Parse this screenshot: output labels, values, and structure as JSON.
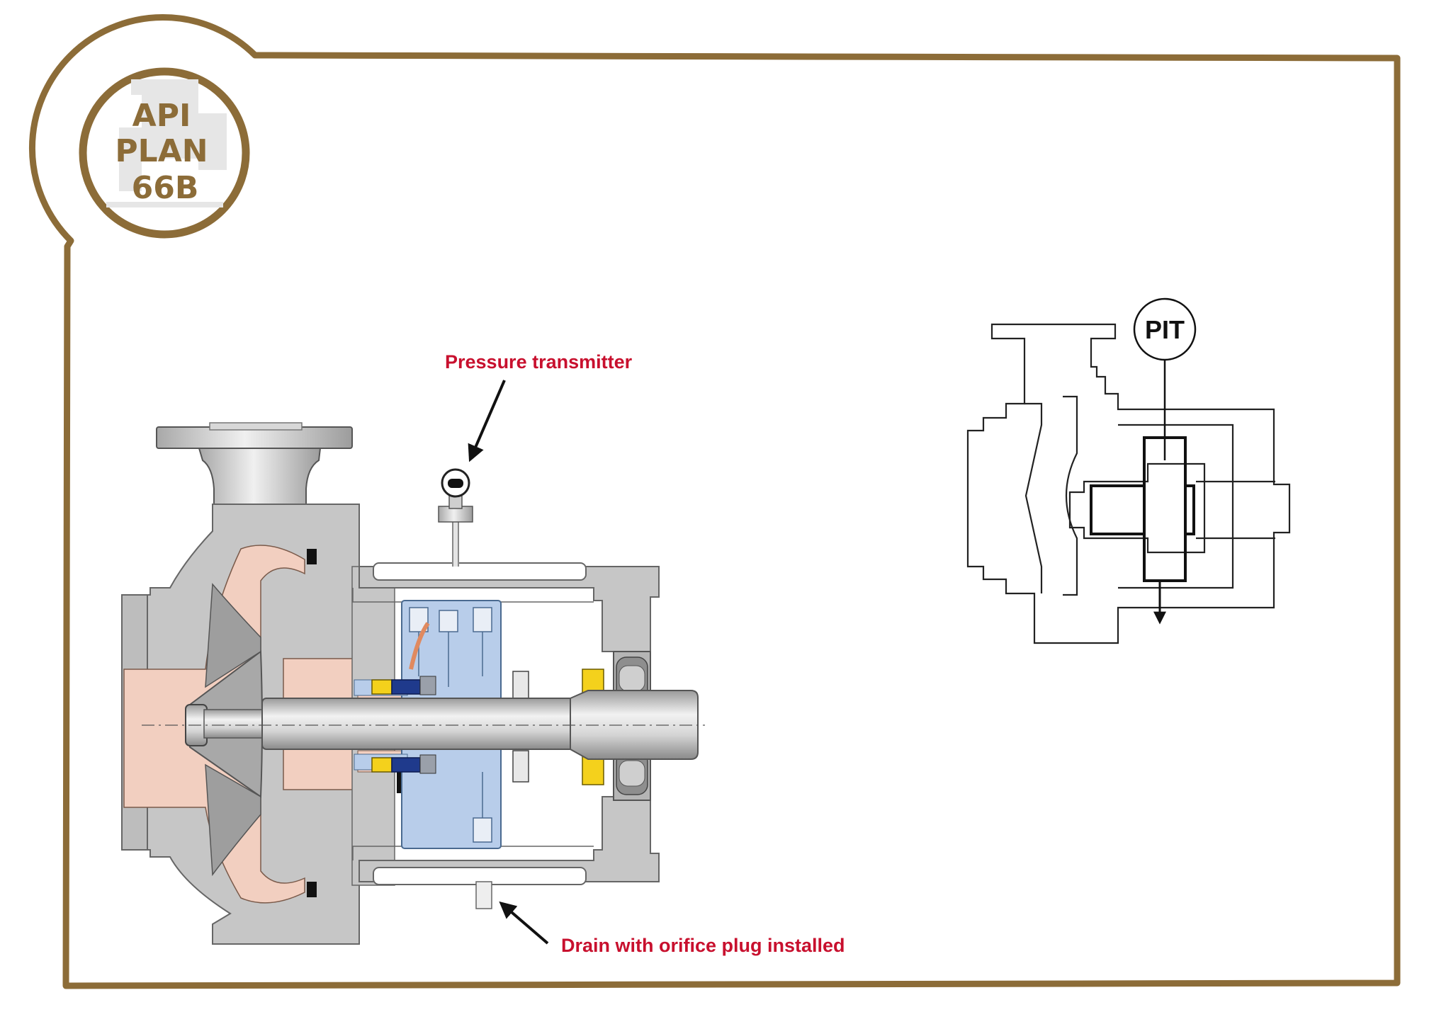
{
  "badge": {
    "line1": "API",
    "line2": "PLAN",
    "line3": "66B"
  },
  "callouts": {
    "pressure_transmitter": "Pressure transmitter",
    "drain": "Drain with orifice plug installed"
  },
  "schematic": {
    "instrument_tag": "PIT"
  },
  "colors": {
    "frame": "#8c6c38",
    "callout_text": "#c8102e",
    "casing_gray": "#c6c6c6",
    "liquid_pink": "#f2cfc0",
    "seal_blue": "#b8cdea",
    "seal_yellow": "#f4d11c"
  }
}
